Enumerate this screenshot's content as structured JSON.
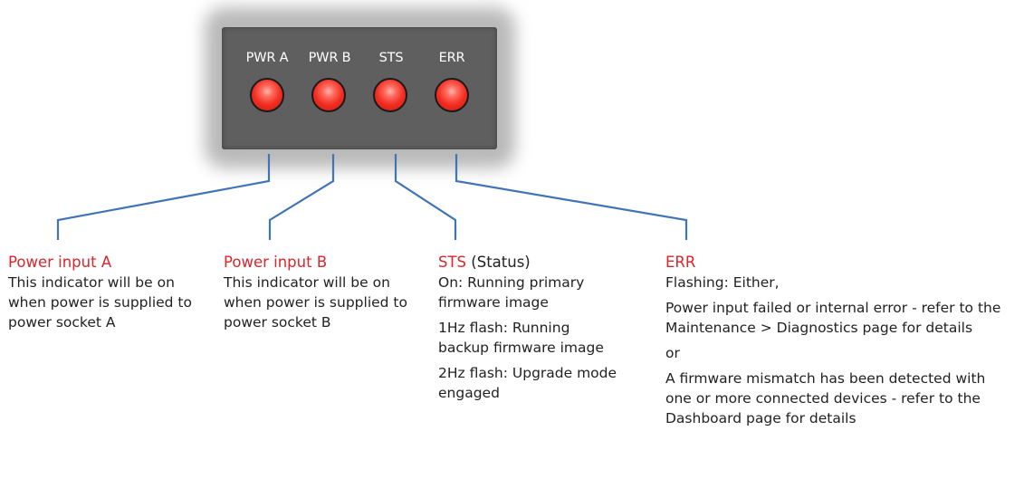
{
  "panel": {
    "indicators": [
      {
        "label": "PWR A"
      },
      {
        "label": "PWR B"
      },
      {
        "label": "STS"
      },
      {
        "label": "ERR"
      }
    ]
  },
  "descriptions": {
    "power_a": {
      "title": "Power input A",
      "text": "This indicator will be on when power is supplied to power socket A"
    },
    "power_b": {
      "title": "Power input B",
      "text": "This indicator will be on when power is supplied to power socket B"
    },
    "sts": {
      "title": "STS",
      "title_suffix": "(Status)",
      "items": [
        "On:  Running primary firmware image",
        "1Hz flash:  Running backup firmware image",
        "2Hz flash:  Upgrade mode engaged"
      ]
    },
    "err": {
      "title": "ERR",
      "items": [
        "Flashing:  Either,",
        "Power input failed or internal error - refer to the Maintenance > Diagnostics page for details",
        "or",
        "A firmware mismatch has been detected with one or more connected devices - refer to the Dashboard page for details"
      ]
    }
  },
  "colors": {
    "title_red": "#d8262d",
    "leader_blue": "#3f74b5",
    "panel_gray": "#5f5f5f",
    "led_red": "#f22d22"
  }
}
